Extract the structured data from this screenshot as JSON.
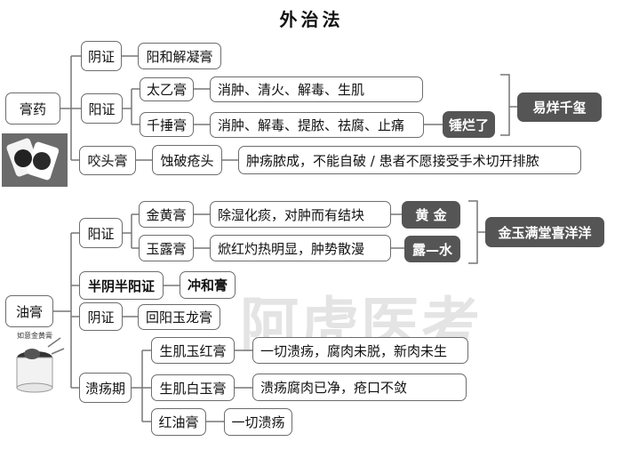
{
  "title": "外治法",
  "watermark": "阿虎医考",
  "gaoyao": {
    "root": "膏药",
    "yinzheng": {
      "label": "阴证",
      "child": "阳和解凝膏"
    },
    "yangzheng": {
      "label": "阳证",
      "taiyi": {
        "label": "太乙膏",
        "effect": "消肿、清火、解毒、生肌"
      },
      "qianchui": {
        "label": "千捶膏",
        "effect": "消肿、解毒、提脓、祛腐、止痛"
      },
      "qianchui_tag": "锤烂了",
      "mnemonic": "易烊千玺"
    },
    "yaotou": {
      "label": "咬头膏",
      "action": "蚀破疮头",
      "indication": "肿疡脓成，不能自破  / 患者不愿接受手术切开排脓"
    }
  },
  "yougao": {
    "root": "油膏",
    "jar_label": "如意金黄膏",
    "yangzheng": {
      "label": "阳证",
      "jinhuang": {
        "label": "金黄膏",
        "effect": "除湿化痰，对肿而有结块",
        "tag": "黄  金"
      },
      "yulu": {
        "label": "玉露膏",
        "effect": "焮红灼热明显，肿势散漫",
        "tag": "露—水"
      },
      "mnemonic": "金玉满堂喜洋洋"
    },
    "banyinban": {
      "label": "半阴半阳证",
      "child": "冲和膏"
    },
    "yinzheng": {
      "label": "阴证",
      "child": "回阳玉龙膏"
    },
    "kuiyang": {
      "label": "溃疡期",
      "items": [
        {
          "label": "生肌玉红膏",
          "effect": "一切溃疡，腐肉未脱，新肉未生"
        },
        {
          "label": "生肌白玉膏",
          "effect": "溃疡腐肉已净，疮口不敛"
        },
        {
          "label": "红油膏",
          "effect": "一切溃疡"
        }
      ]
    }
  }
}
